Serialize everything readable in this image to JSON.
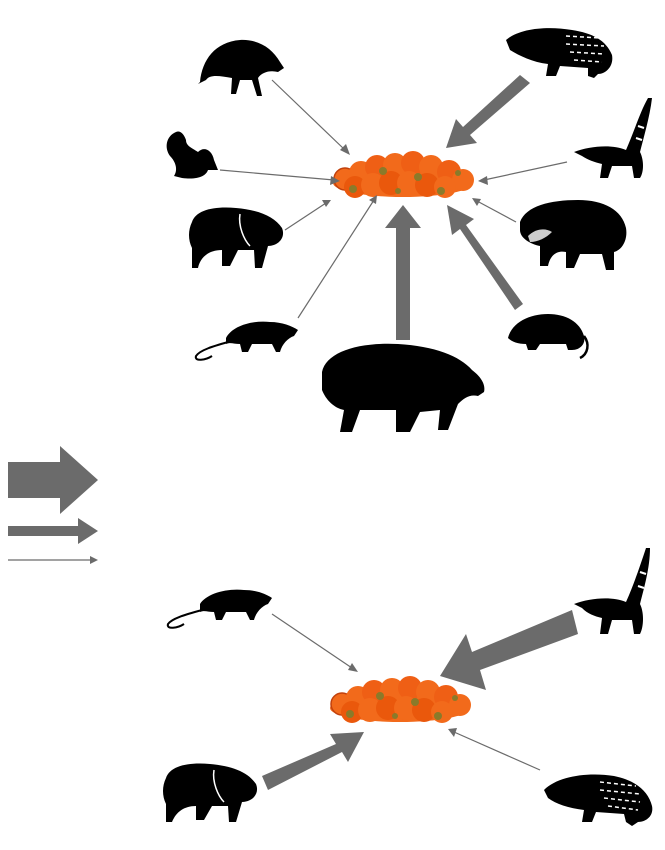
{
  "colors": {
    "arrow": "#6b6b6b",
    "fruit_orange": "#f26a1b",
    "fruit_dark": "#c2410c",
    "fruit_olive": "#8a7a2a",
    "silhouette": "#000000",
    "background": "#ffffff"
  },
  "legend": {
    "items": [
      {
        "strength": "large",
        "icon": "thick-arrow-icon"
      },
      {
        "strength": "medium",
        "icon": "medium-arrow-icon"
      },
      {
        "strength": "small",
        "icon": "thin-arrow-icon"
      }
    ]
  },
  "panels": [
    {
      "id": "top",
      "fruit_pile": "fruit-pile-icon",
      "visitors": [
        {
          "animal": "agouti",
          "interaction": "small"
        },
        {
          "animal": "paca",
          "interaction": "medium"
        },
        {
          "animal": "squirrel",
          "interaction": "small"
        },
        {
          "animal": "coati",
          "interaction": "small"
        },
        {
          "animal": "collared-peccary",
          "interaction": "small"
        },
        {
          "animal": "white-lipped-peccary",
          "interaction": "small"
        },
        {
          "animal": "opossum",
          "interaction": "small"
        },
        {
          "animal": "armadillo",
          "interaction": "medium"
        },
        {
          "animal": "tapir",
          "interaction": "large"
        }
      ]
    },
    {
      "id": "bottom",
      "fruit_pile": "fruit-pile-icon",
      "visitors": [
        {
          "animal": "opossum",
          "interaction": "small"
        },
        {
          "animal": "coati",
          "interaction": "large"
        },
        {
          "animal": "collared-peccary",
          "interaction": "medium"
        },
        {
          "animal": "paca",
          "interaction": "small"
        }
      ]
    }
  ]
}
